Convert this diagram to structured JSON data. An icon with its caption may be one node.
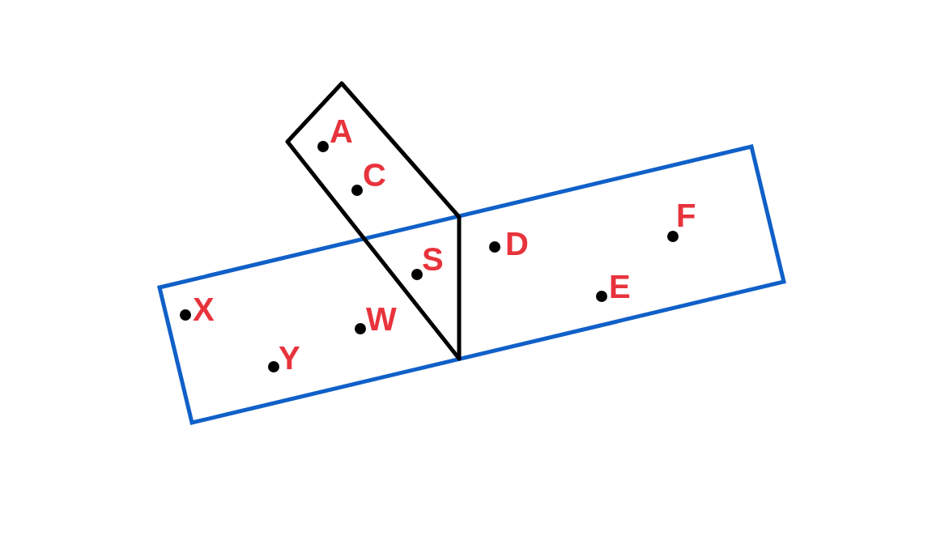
{
  "diagram": {
    "labels": [
      "A",
      "C",
      "F",
      "D",
      "S",
      "E",
      "X",
      "W",
      "Y"
    ]
  }
}
